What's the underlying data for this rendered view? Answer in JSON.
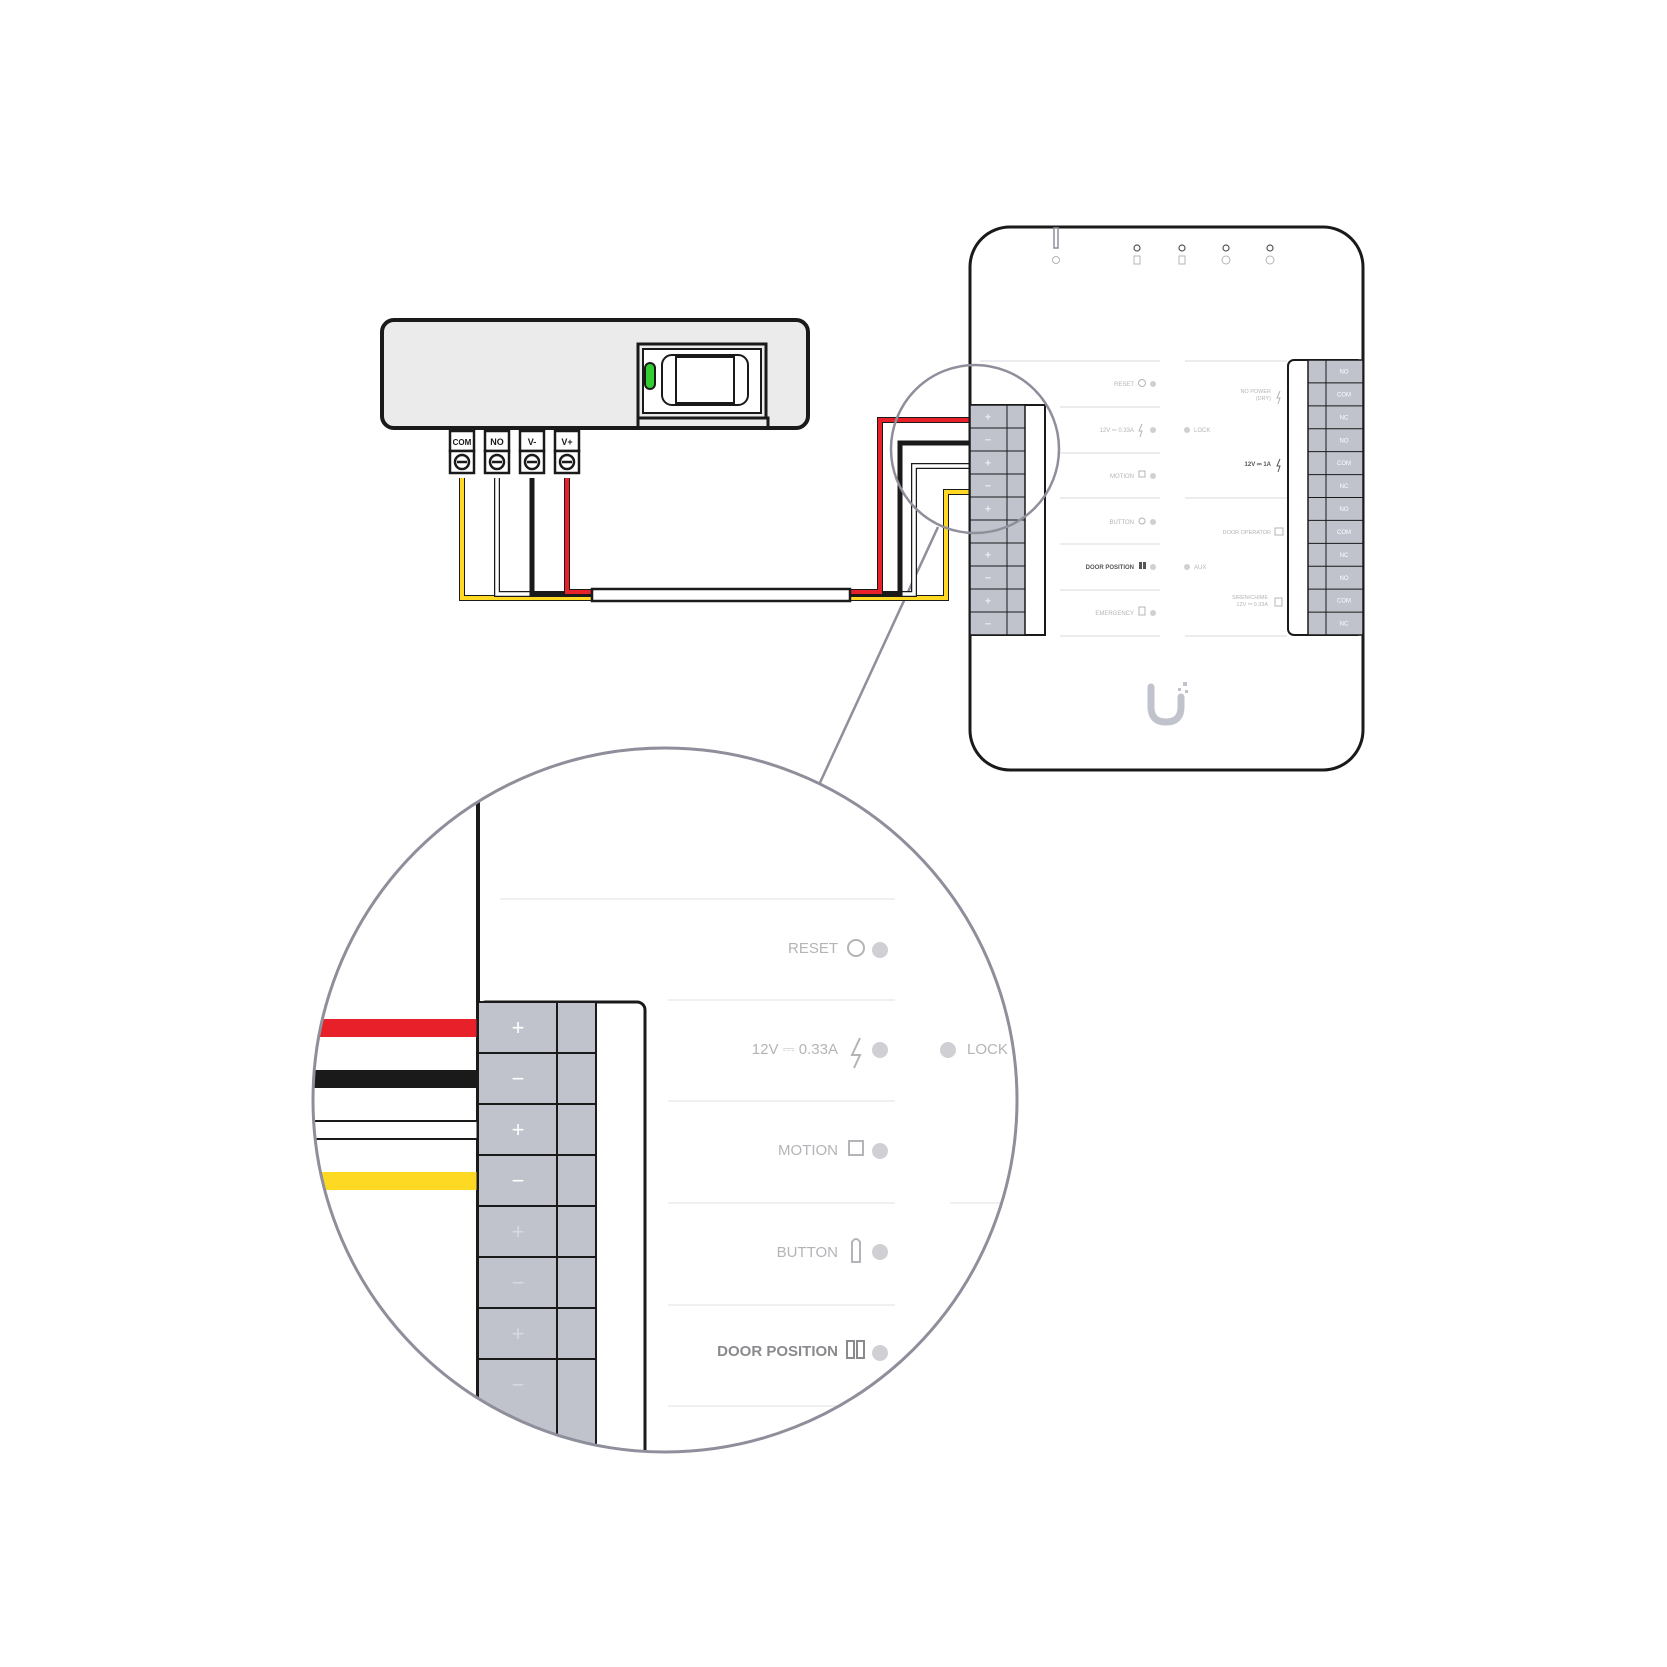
{
  "sensor": {
    "terminals": [
      "COM",
      "NO",
      "V-",
      "V+"
    ]
  },
  "hub": {
    "left_block": {
      "pins": [
        "+",
        "−",
        "+",
        "−",
        "+",
        "−",
        "+",
        "−",
        "+",
        "−"
      ],
      "labels": [
        "RESET",
        "12V ⎓ 0.33A",
        "MOTION",
        "BUTTON",
        "DOOR POSITION",
        "EMERGENCY"
      ]
    },
    "middle_labels": {
      "no_power_line1": "NO POWER",
      "no_power_line2": "(DRY)",
      "lock": "LOCK",
      "supply": "12V ⎓ 1A",
      "door_operator": "DOOR OPERATOR",
      "aux": "AUX",
      "siren_line1": "SIREN/CHIME",
      "siren_line2": "12V ⎓ 0.33A"
    },
    "right_block": {
      "pins": [
        "NO",
        "COM",
        "NC",
        "NO",
        "COM",
        "NC",
        "NO",
        "COM",
        "NC",
        "NO",
        "COM",
        "NC"
      ]
    }
  },
  "zoom": {
    "pins": [
      "+",
      "−",
      "+",
      "−",
      "+",
      "−",
      "+",
      "−"
    ],
    "labels": {
      "reset": "RESET",
      "power": "12V ⎓ 0.33A",
      "lock": "LOCK",
      "motion": "MOTION",
      "button": "BUTTON",
      "door_position": "DOOR POSITION"
    }
  },
  "colors": {
    "wire_red": "#e8202a",
    "wire_black": "#1a1a1a",
    "wire_white": "#ffffff",
    "wire_yellow": "#fdd923",
    "sensor_body": "#ebebeb",
    "hub_body": "#ffffff",
    "terminal_gray": "#c0c2cc",
    "label_gray": "#b4b4b8",
    "zoom_ring": "#8e8f9b",
    "led_green": "#33cc33"
  }
}
